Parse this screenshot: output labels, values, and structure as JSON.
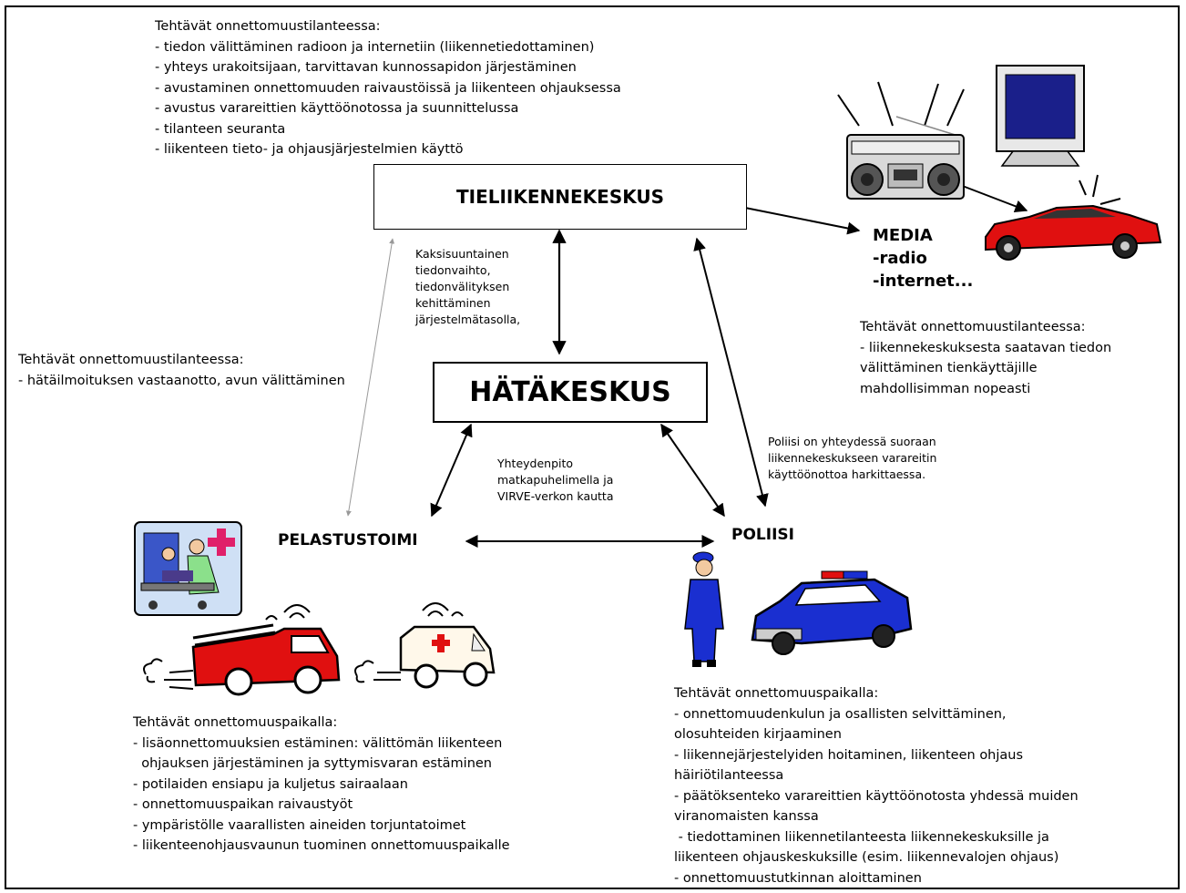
{
  "tieliikennekeskus": {
    "title": "TIELIIKENNEKESKUS",
    "tasks_heading": "Tehtävät onnettomuustilanteessa:",
    "tasks": [
      "- tiedon välittäminen radioon ja internetiin (liikennetiedottaminen)",
      "- yhteys urakoitsijaan, tarvittavan kunnossapidon järjestäminen",
      "- avustaminen onnettomuuden raivaustöissä ja liikenteen ohjauksessa",
      "- avustus varareittien käyttöönotossa ja suunnittelussa",
      "- tilanteen seuranta",
      "- liikenteen tieto- ja ohjausjärjestelmien käyttö"
    ]
  },
  "hatakeskus": {
    "title": "HÄTÄKESKUS",
    "tasks_heading": "Tehtävät onnettomuustilanteessa:",
    "tasks": [
      "- hätäilmoituksen vastaanotto, avun välittäminen"
    ]
  },
  "media": {
    "title_lines": [
      "MEDIA",
      "-radio",
      "-internet..."
    ],
    "tasks_heading": "Tehtävät onnettomuustilanteessa:",
    "tasks": [
      "- liikennekeskuksesta saatavan tiedon",
      "välittäminen tienkäyttäjille",
      "mahdollisimman nopeasti"
    ]
  },
  "connections": {
    "bidirectional_note": [
      "Kaksisuuntainen",
      "tiedonvaihto,",
      "tiedonvälityksen",
      "kehittäminen",
      "järjestelmätasolla,"
    ],
    "mobile_note": [
      "Yhteydenpito",
      "matkapuhelimella ja",
      "VIRVE-verkon kautta"
    ],
    "police_note": [
      "Poliisi on yhteydessä suoraan",
      "liikennekeskukseen varareitin",
      "käyttöönottoa harkittaessa."
    ]
  },
  "pelastustoimi": {
    "title": "PELASTUSTOIMI",
    "tasks_heading": "Tehtävät onnettomuuspaikalla:",
    "tasks": [
      "- lisäonnettomuuksien estäminen: välittömän liikenteen",
      "  ohjauksen järjestäminen ja syttymisvaran estäminen",
      "- potilaiden ensiapu ja kuljetus sairaalaan",
      "- onnettomuuspaikan raivaustyöt",
      "- ympäristölle vaarallisten aineiden torjuntatoimet",
      "- liikenteenohjausvaunun tuominen onnettomuuspaikalle"
    ]
  },
  "poliisi": {
    "title": "POLIISI",
    "tasks_heading": "Tehtävät onnettomuuspaikalla:",
    "tasks": [
      "- onnettomuudenkulun ja osallisten selvittäminen,",
      "olosuhteiden kirjaaminen",
      "- liikennejärjestelyiden hoitaminen, liikenteen ohjaus",
      "häiriötilanteessa",
      "- päätöksenteko varareittien käyttöönotosta yhdessä muiden",
      "viranomaisten kanssa",
      " - tiedottaminen liikennetilanteesta liikennekeskuksille ja",
      "liikenteen ohjauskeskuksille (esim. liikennevalojen ohjaus)",
      "- onnettomuustutkinnan aloittaminen"
    ]
  },
  "colors": {
    "fire_red": "#e01010",
    "police_blue": "#1a2fd0",
    "ink": "#000000"
  }
}
